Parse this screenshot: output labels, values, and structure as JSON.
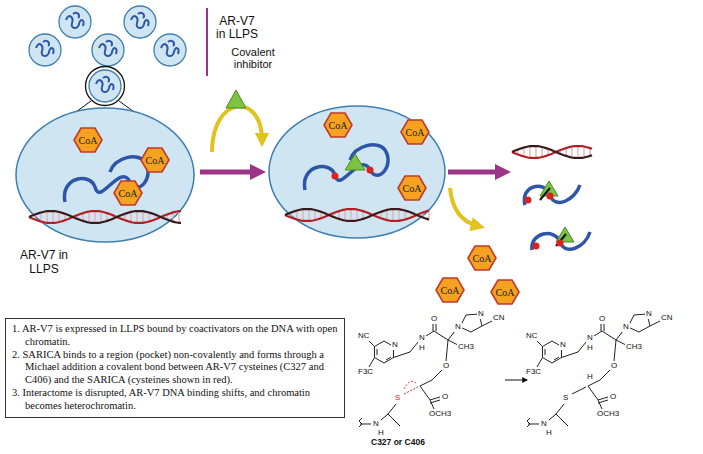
{
  "diagram": {
    "nodes": [
      {
        "text": [
          "AR-V7 in LLPS"
        ]
      },
      {
        "text": [
          "CoA"
        ],
        "in": 0
      },
      {
        "text": [
          "CoA"
        ],
        "in": 0
      },
      {
        "text": [
          "CoA"
        ],
        "in": 0
      },
      {
        "text": [
          "CoA"
        ]
      },
      {
        "text": [
          "CoA"
        ]
      },
      {
        "text": [
          "CoA"
        ]
      },
      {
        "text": [
          "CoA"
        ]
      },
      {
        "text": [
          "CoA"
        ]
      },
      {
        "text": [
          "CoA"
        ]
      },
      {
        "text": [
          "1. AR-V7 is expressed in LLPS bound by coactivators on the DNA with open chromatin.",
          "2. SARICA binds to a region (pocket) non-covalently and forms through a Michael addition a covalent bond between AR-V7 cysteines (C327 and C406) and the SARICA (cysteines shown in red).",
          "3. Interactome is disrupted, AR-V7 DNA binding shifts, and chromatin becomes heterochromatin."
        ]
      }
    ],
    "labels": [
      "AR-V7 in LLPS",
      "Covalent inhibitor",
      "NC",
      "N",
      "F3C",
      "N",
      "H",
      "O",
      "CH3",
      "N",
      "N",
      "CN",
      "O",
      "O",
      "OCH3",
      "S",
      "N",
      "H",
      "C327 or C406",
      "NC",
      "N",
      "F3C",
      "N",
      "H",
      "O",
      "CH3",
      "N",
      "N",
      "CN",
      "O",
      "O",
      "OCH3",
      "S",
      "N",
      "H",
      "H"
    ]
  }
}
